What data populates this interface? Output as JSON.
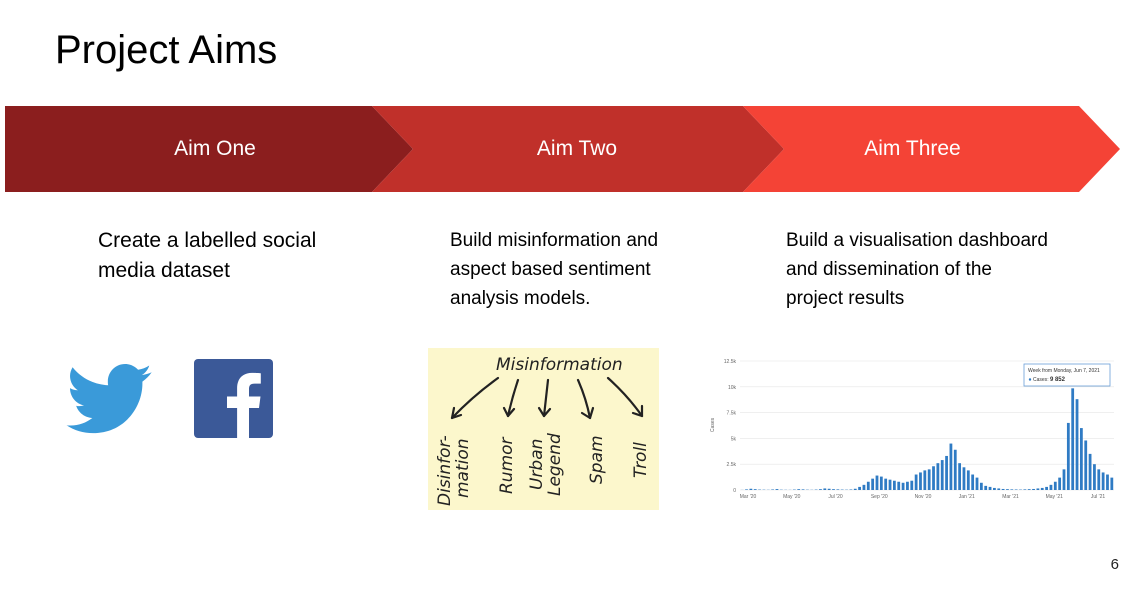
{
  "slide": {
    "title": "Project Aims",
    "page_number": "6"
  },
  "aims": [
    {
      "label": "Aim One",
      "color": "#8b1e1e",
      "description": "Create a labelled social media dataset"
    },
    {
      "label": "Aim Two",
      "color": "#c0302a",
      "description": "Build misinformation and aspect based sentiment analysis models."
    },
    {
      "label": "Aim Three",
      "color": "#f44336",
      "description": "Build a visualisation dashboard and dissemination of the project results"
    }
  ],
  "icons": [
    "twitter-icon",
    "facebook-icon"
  ],
  "misinformation_diagram": {
    "heading": "Misinformation",
    "branches": [
      "Disinfor-\nmation",
      "Rumor",
      "Urban\nLegend",
      "Spam",
      "Troll"
    ]
  },
  "chart_data": {
    "type": "bar",
    "ylabel": "Cases",
    "y_ticks": [
      "0",
      "2.5k",
      "5k",
      "7.5k",
      "10k",
      "12.5k"
    ],
    "ylim": [
      0,
      12500
    ],
    "x_ticks": [
      "Mar '20",
      "May '20",
      "Jul '20",
      "Sep '20",
      "Nov '20",
      "Jan '21",
      "Mar '21",
      "May '21",
      "Jul '21"
    ],
    "values": [
      10,
      60,
      120,
      80,
      40,
      30,
      20,
      50,
      90,
      30,
      20,
      15,
      40,
      80,
      60,
      30,
      20,
      40,
      80,
      150,
      120,
      80,
      60,
      40,
      30,
      50,
      120,
      300,
      500,
      800,
      1100,
      1400,
      1300,
      1100,
      1000,
      900,
      800,
      700,
      800,
      900,
      1500,
      1700,
      1900,
      2000,
      2300,
      2600,
      2900,
      3300,
      4500,
      3900,
      2600,
      2200,
      1900,
      1500,
      1200,
      700,
      400,
      300,
      200,
      150,
      100,
      80,
      60,
      50,
      40,
      60,
      80,
      100,
      150,
      200,
      300,
      500,
      800,
      1200,
      2000,
      6500,
      9852,
      8800,
      6000,
      4800,
      3500,
      2500,
      2000,
      1700,
      1500,
      1200
    ],
    "tooltip": {
      "title": "Week from Monday, Jun 7, 2021",
      "series": "Cases",
      "value": "9 852"
    },
    "bar_color": "#2f7bc4"
  }
}
